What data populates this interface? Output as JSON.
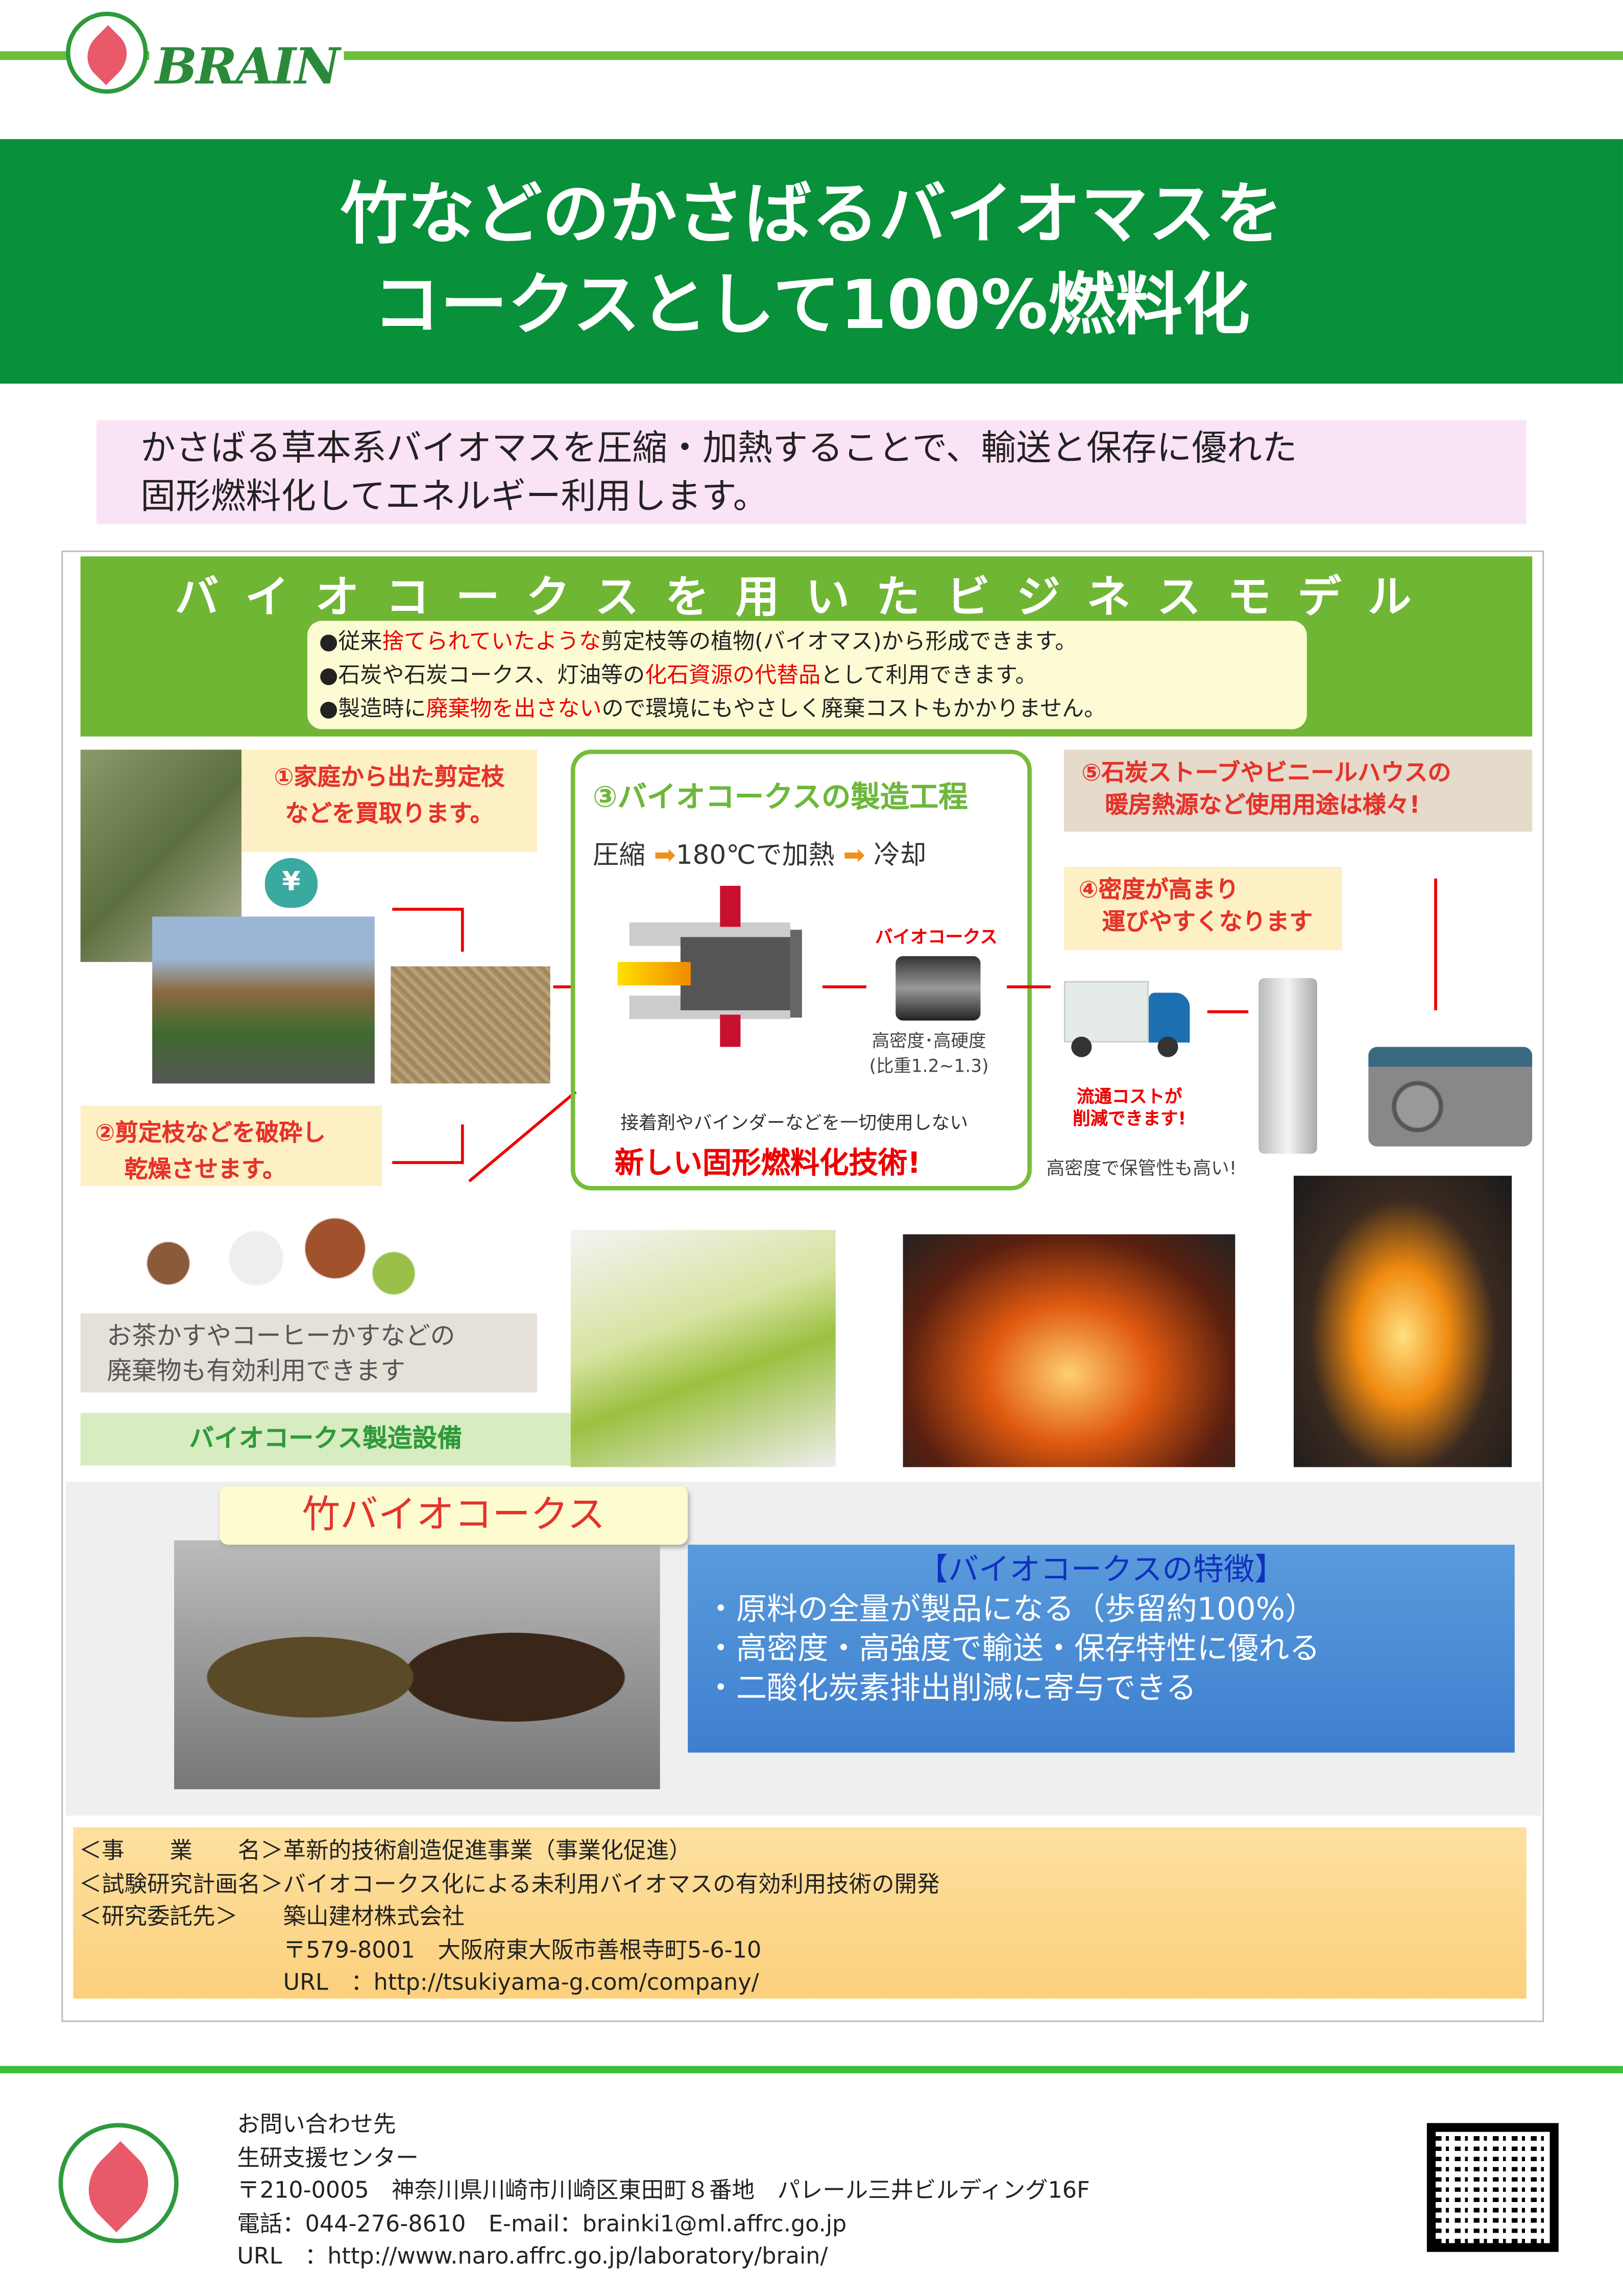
{
  "header": {
    "logo_text": "BRAIN"
  },
  "title": {
    "line1": "竹などのかさばるバイオマスを",
    "line2": "コークスとして100%燃料化"
  },
  "subtitle": {
    "line1": "かさばる草本系バイオマスを圧縮・加熱することで、輸送と保存に優れた",
    "line2": "固形燃料化してエネルギー利用します。"
  },
  "business_model": {
    "heading": "バイオコークスを用いたビジネスモデル",
    "bullets": [
      {
        "pre": "●従来",
        "hl": "捨てられていたような",
        "post": "剪定枝等の植物(バイオマス)から形成できます。"
      },
      {
        "pre": "●石炭や石炭コークス、灯油等の",
        "hl": "化石資源の代替品",
        "post": "として利用できます。"
      },
      {
        "pre": "●製造時に",
        "hl": "廃棄物を出さない",
        "post": "ので環境にもやさしく廃棄コストもかかりません。"
      }
    ],
    "step1": {
      "line1": "①家庭から出た剪定枝",
      "line2": "などを買取ります。"
    },
    "yen_symbol": "¥",
    "step2": {
      "line1": "②剪定枝などを破砕し",
      "line2": "乾燥させます。"
    },
    "waste_note": {
      "line1": "お茶かすやコーヒーかすなどの",
      "line2": "廃棄物も有効利用できます"
    },
    "equipment_label": "バイオコークス製造設備",
    "step3": {
      "title": "③バイオコークスの製造工程",
      "p1": "圧縮",
      "p2": "180℃で加熱",
      "p3": "冷却",
      "product_label": "バイオコークス",
      "spec1": "高密度･高硬度",
      "spec2": "(比重1.2~1.3)",
      "note": "接着剤やバインダーなどを一切使用しない",
      "tagline": "新しい固形燃料化技術!"
    },
    "step4": {
      "line1": "④密度が高まり",
      "line2": "運びやすくなります"
    },
    "step5": {
      "line1": "⑤石炭ストーブやビニールハウスの",
      "line2": "暖房熱源など使用用途は様々!"
    },
    "cost_note": {
      "line1": "流通コストが",
      "line2": "削減できます!"
    },
    "storage_note": "高密度で保管性も高い!"
  },
  "bamboo": {
    "label": "竹バイオコークス"
  },
  "features": {
    "title": "【バイオコークスの特徴】",
    "items": [
      "・原料の全量が製品になる（歩留約100%）",
      "・高密度・高強度で輸送・保存特性に優れる",
      "・二酸化炭素排出削減に寄与できる"
    ]
  },
  "project": {
    "lines": [
      "＜事　　業　　名＞革新的技術創造促進事業（事業化促進）",
      "＜試験研究計画名＞バイオコークス化による未利用バイオマスの有効利用技術の開発",
      "＜研究委託先＞　　築山建材株式会社",
      "　　　　　　　　　〒579-8001　大阪府東大阪市善根寺町5-6-10",
      "　　　　　　　　　URL　：http://tsukiyama-g.com/company/"
    ]
  },
  "contact": {
    "lines": [
      "お問い合わせ先",
      "生研支援センター",
      "〒210-0005　神奈川県川崎市川崎区東田町８番地　パレール三井ビルディング16F",
      "電話：044-276-8610　E-mail：brainki1@ml.affrc.go.jp",
      "URL　：http://www.naro.affrc.go.jp/laboratory/brain/"
    ]
  }
}
